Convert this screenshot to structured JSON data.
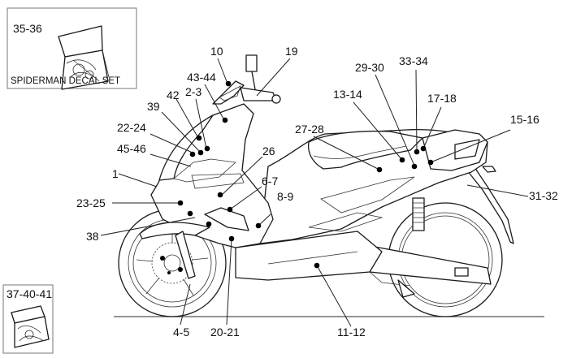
{
  "title": "Decals exploded diagram - Spiderman",
  "kits": [
    {
      "ref": "35-36",
      "caption": "SPIDERMAN DECAL SET"
    },
    {
      "ref": "37-40-41",
      "caption": ""
    }
  ],
  "callouts": [
    {
      "id": "c10",
      "label": "10"
    },
    {
      "id": "c19",
      "label": "19"
    },
    {
      "id": "c43_44",
      "label": "43-44"
    },
    {
      "id": "c42",
      "label": "42"
    },
    {
      "id": "c2_3",
      "label": "2-3"
    },
    {
      "id": "c39",
      "label": "39"
    },
    {
      "id": "c22_24",
      "label": "22-24"
    },
    {
      "id": "c45_46",
      "label": "45-46"
    },
    {
      "id": "c1",
      "label": "1"
    },
    {
      "id": "c23_25",
      "label": "23-25"
    },
    {
      "id": "c38",
      "label": "38"
    },
    {
      "id": "c26",
      "label": "26"
    },
    {
      "id": "c6_7",
      "label": "6-7"
    },
    {
      "id": "c8_9",
      "label": "8-9"
    },
    {
      "id": "c27_28",
      "label": "27-28"
    },
    {
      "id": "c13_14",
      "label": "13-14"
    },
    {
      "id": "c29_30",
      "label": "29-30"
    },
    {
      "id": "c33_34",
      "label": "33-34"
    },
    {
      "id": "c17_18",
      "label": "17-18"
    },
    {
      "id": "c15_16",
      "label": "15-16"
    },
    {
      "id": "c31_32",
      "label": "31-32"
    },
    {
      "id": "c4_5",
      "label": "4-5"
    },
    {
      "id": "c20_21",
      "label": "20-21"
    },
    {
      "id": "c11_12",
      "label": "11-12"
    }
  ]
}
